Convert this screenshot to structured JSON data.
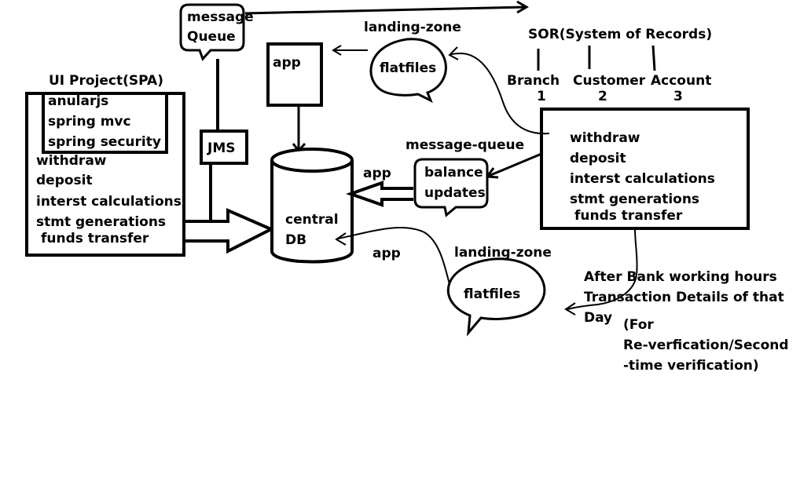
{
  "ui_project": {
    "title": "UI Project(SPA)",
    "tech": [
      "anularjs",
      "spring mvc",
      "spring security"
    ],
    "features": [
      "withdraw",
      "deposit",
      "interst calculations",
      "stmt generations",
      "funds transfer"
    ]
  },
  "message_queue_top": {
    "line1": "message",
    "line2": "Queue"
  },
  "jms": "JMS",
  "app_box": "app",
  "landing_zone_top": {
    "label": "landing-zone",
    "bubble": "flatfiles"
  },
  "sor": {
    "title": "SOR(System of Records)",
    "columns": [
      {
        "name": "Branch",
        "number": "1"
      },
      {
        "name": "Customer",
        "number": "2"
      },
      {
        "name": "Account",
        "number": "3"
      }
    ],
    "features": [
      "withdraw",
      "deposit",
      "interst calculations",
      "stmt generations",
      "funds transfer"
    ]
  },
  "central_db": {
    "line1": "central",
    "line2": "DB"
  },
  "message_queue_right": {
    "label": "message-queue",
    "line1": "balance",
    "line2": "updates"
  },
  "app_label_upper": "app",
  "app_label_lower": "app",
  "landing_zone_bottom": {
    "label": "landing-zone",
    "bubble": "flatfiles"
  },
  "after_hours_note": {
    "lines": [
      "After Bank working hours",
      "Transaction Details of that",
      "Day"
    ],
    "paren_lines": [
      "(For",
      "Re-verfication/Second",
      "-time verification)"
    ]
  }
}
